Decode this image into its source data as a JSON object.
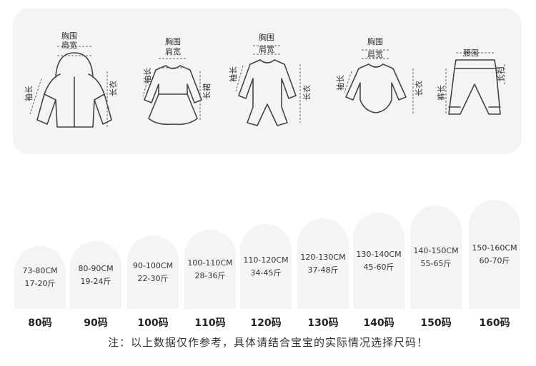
{
  "diagram": {
    "coat": {
      "chest": "胸围",
      "shoulder": "肩宽",
      "sleeve": "袖长",
      "length": "长衣"
    },
    "dress": {
      "chest": "胸围",
      "shoulder": "肩宽",
      "sleeve": "袖长",
      "length": "长裙"
    },
    "romper": {
      "chest": "胸围",
      "shoulder": "肩宽",
      "sleeve": "袖长",
      "length": "长衣"
    },
    "bodysuit": {
      "chest": "胸围",
      "shoulder": "肩宽",
      "sleeve": "袖长",
      "length": "长衣"
    },
    "pants": {
      "waist": "腰围",
      "pants_length": "裤长",
      "leg": "长裆"
    }
  },
  "sizes": [
    {
      "label": "80码",
      "range": "73-80CM",
      "weight": "17-20斤"
    },
    {
      "label": "90码",
      "range": "80-90CM",
      "weight": "19-24斤"
    },
    {
      "label": "100码",
      "range": "90-100CM",
      "weight": "22-30斤"
    },
    {
      "label": "110码",
      "range": "100-110CM",
      "weight": "28-36斤"
    },
    {
      "label": "120码",
      "range": "110-120CM",
      "weight": "34-45斤"
    },
    {
      "label": "130码",
      "range": "120-130CM",
      "weight": "37-48斤"
    },
    {
      "label": "140码",
      "range": "130-140CM",
      "weight": "45-60斤"
    },
    {
      "label": "150码",
      "range": "140-150CM",
      "weight": "55-65斤"
    },
    {
      "label": "160码",
      "range": "150-160CM",
      "weight": "60-70斤"
    }
  ],
  "note": "注：以上数据仅作参考，具体请结合宝宝的实际情况选择尺码！"
}
